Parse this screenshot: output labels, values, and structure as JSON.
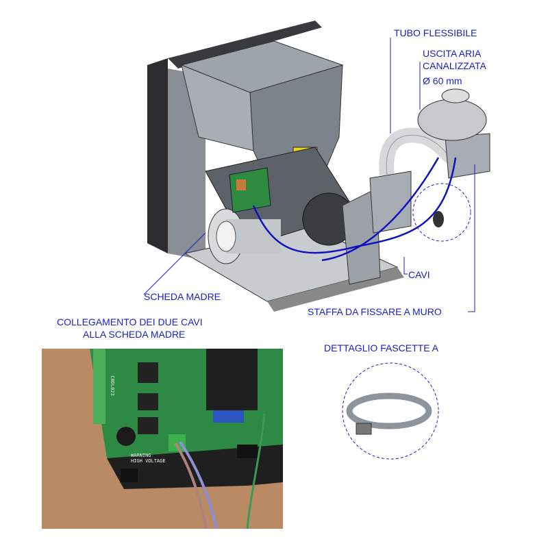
{
  "labels": {
    "tubo": "TUBO FLESSIBILE",
    "uscita_1": "USCITA ARIA",
    "uscita_2": "CANALIZZATA",
    "diametro": "Ø 60 mm",
    "cavi": "CAVI",
    "scheda": "SCHEDA MADRE",
    "staffa": "STAFFA DA FISSARE A MURO",
    "collegamento_1": "COLLEGAMENTO DEI DUE CAVI",
    "collegamento_2": "ALLA SCHEDA MADRE",
    "dettaglio": "DETTAGLIO FASCETTE A"
  },
  "photo": {
    "board_code": "C0DL023",
    "warning_1": "WARNING",
    "warning_2": "HIGH VOLTAGE"
  },
  "colors": {
    "label": "#1c1ccc",
    "cable": "#1010c0"
  }
}
